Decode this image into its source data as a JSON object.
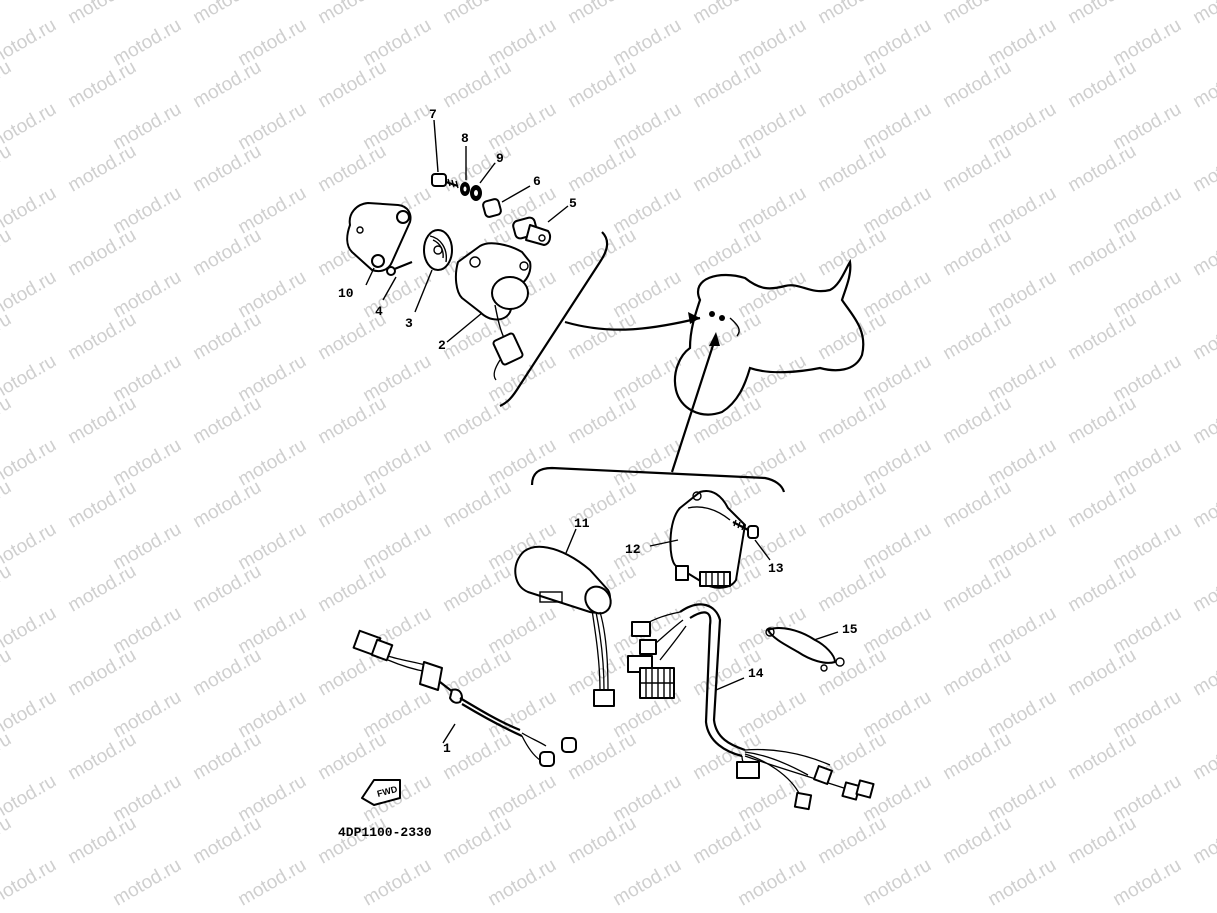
{
  "watermark": {
    "text": "motod.ru",
    "color": "#cfcfcf"
  },
  "diagram": {
    "part_labels": [
      {
        "id": "1",
        "text": "1"
      },
      {
        "id": "2",
        "text": "2"
      },
      {
        "id": "3",
        "text": "3"
      },
      {
        "id": "4",
        "text": "4"
      },
      {
        "id": "5",
        "text": "5"
      },
      {
        "id": "6",
        "text": "6"
      },
      {
        "id": "7",
        "text": "7"
      },
      {
        "id": "8",
        "text": "8"
      },
      {
        "id": "9",
        "text": "9"
      },
      {
        "id": "10",
        "text": "10"
      },
      {
        "id": "11",
        "text": "11"
      },
      {
        "id": "12",
        "text": "12"
      },
      {
        "id": "13",
        "text": "13"
      },
      {
        "id": "14",
        "text": "14"
      },
      {
        "id": "15",
        "text": "15"
      }
    ],
    "fwd_label": "FWD",
    "drawing_code": "4DP1100-2330"
  }
}
